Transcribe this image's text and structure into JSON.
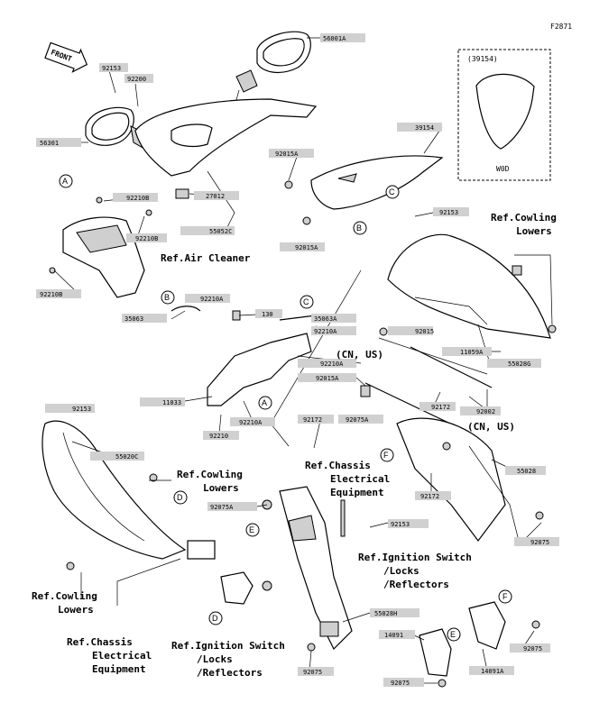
{
  "figure_id": "F2871",
  "front_label": "FRONT",
  "inset": {
    "title": "(39154)",
    "caption": "W0D"
  },
  "part_numbers": {
    "p56001A": "56001A",
    "p92153a": "92153",
    "p92200": "92200",
    "p56301": "56301",
    "p39154": "39154",
    "p92015A": "92015A",
    "p92210Ba": "92210B",
    "p27012": "27012",
    "p55052C": "55052C",
    "p92210Bb": "92210B",
    "p92015Ab": "92015A",
    "p92153b": "92153",
    "p92210Bc": "92210B",
    "p92210A": "92210A",
    "p35063": "35063",
    "p130": "130",
    "p35063A": "35063A",
    "p92210Ab": "92210A",
    "p92015": "92015",
    "p11059A": "11059A",
    "p55028G": "55028G",
    "p92210Ac": "92210A",
    "p92015Ac": "92015A",
    "p11033": "11033",
    "p92210Ad": "92210A",
    "p92210": "92210",
    "p92172a": "92172",
    "p92002": "92002",
    "p92153c": "92153",
    "p92172b": "92172",
    "p92075Aa": "92075A",
    "p55020C": "55020C",
    "p55028": "55028",
    "p92172c": "92172",
    "p92075Ab": "92075A",
    "p92153d": "92153",
    "p92075a": "92075",
    "p55028H": "55028H",
    "p14091": "14091",
    "p14091A": "14091A",
    "p92075b": "92075",
    "p92075c": "92075",
    "p92075d": "92075"
  },
  "refs": {
    "cowling_lowers_top_1": "Ref.Cowling",
    "cowling_lowers_top_2": "Lowers",
    "air_cleaner": "Ref.Air Cleaner",
    "cn_us_1": "(CN, US)",
    "cn_us_2": "(CN, US)",
    "chassis_mid_1": "Ref.Chassis",
    "chassis_mid_2": "Electrical",
    "chassis_mid_3": "Equipment",
    "cowling_mid_1": "Ref.Cowling",
    "cowling_mid_2": "Lowers",
    "ignition_right_1": "Ref.Ignition Switch",
    "ignition_right_2": "/Locks",
    "ignition_right_3": "/Reflectors",
    "cowling_bottom_1": "Ref.Cowling",
    "cowling_bottom_2": "Lowers",
    "chassis_bottom_1": "Ref.Chassis",
    "chassis_bottom_2": "Electrical",
    "chassis_bottom_3": "Equipment",
    "ignition_bottom_1": "Ref.Ignition Switch",
    "ignition_bottom_2": "/Locks",
    "ignition_bottom_3": "/Reflectors"
  },
  "callouts": {
    "A": "A",
    "B": "B",
    "C": "C",
    "D": "D",
    "E": "E",
    "F": "F"
  }
}
